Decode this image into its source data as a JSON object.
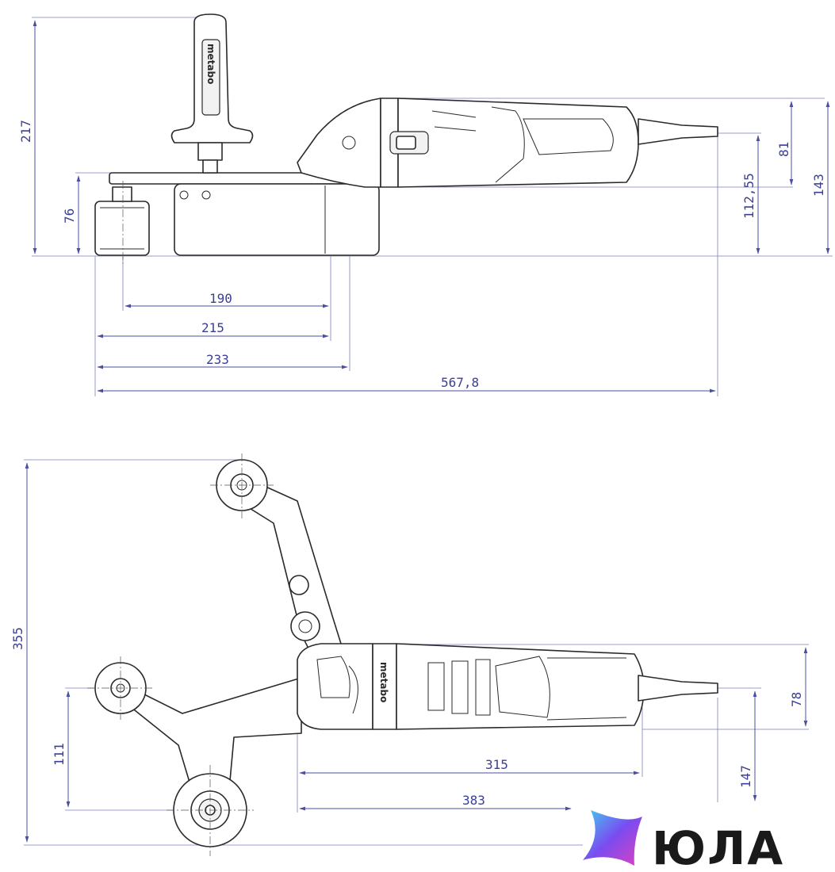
{
  "top_view": {
    "dimensions": {
      "d217": "217",
      "d76": "76",
      "d190": "190",
      "d215": "215",
      "d233": "233",
      "d5678": "567,8",
      "d81": "81",
      "d11255": "112,55",
      "d143": "143"
    },
    "handle_brand": "metabo"
  },
  "bottom_view": {
    "dimensions": {
      "d355": "355",
      "d111": "111",
      "d78": "78",
      "d315": "315",
      "d383": "383",
      "d147": "147"
    },
    "body_brand": "metabo"
  },
  "watermark": {
    "logo_text": "ЮЛА",
    "colors": [
      "#3fd0f0",
      "#7a4cf0",
      "#e040c0"
    ]
  }
}
